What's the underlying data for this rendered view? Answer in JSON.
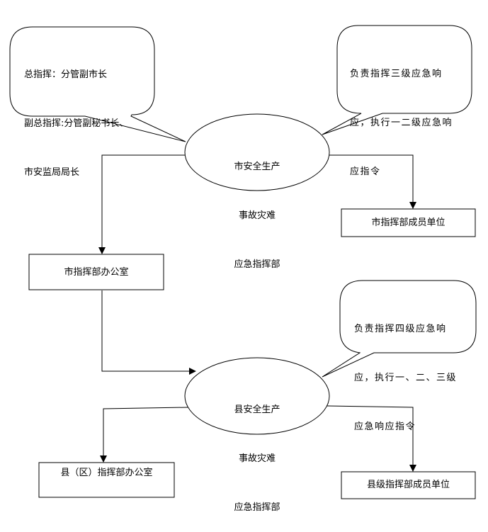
{
  "callouts": {
    "top_left": [
      "总指挥：分管副市长",
      "副总指挥:分管副秘书长、",
      "市安监局局长"
    ],
    "top_right": [
      "负责指挥三级应急响",
      "应，执行一二级应急响",
      "应指令"
    ],
    "mid_right": [
      "负责指挥四级应急响",
      "应，执行一、二、三级",
      "应急响应指令"
    ]
  },
  "nodes": {
    "city_hq": [
      "市安全生产",
      "事故灾难",
      "应急指挥部"
    ],
    "county_hq": [
      "县安全生产",
      "事故灾难",
      "应急指挥部"
    ],
    "city_members": "市指挥部成员单位",
    "city_office": "市指挥部办公室",
    "county_office": "县（区）指挥部办公室",
    "county_members": "县级指挥部成员单位"
  }
}
